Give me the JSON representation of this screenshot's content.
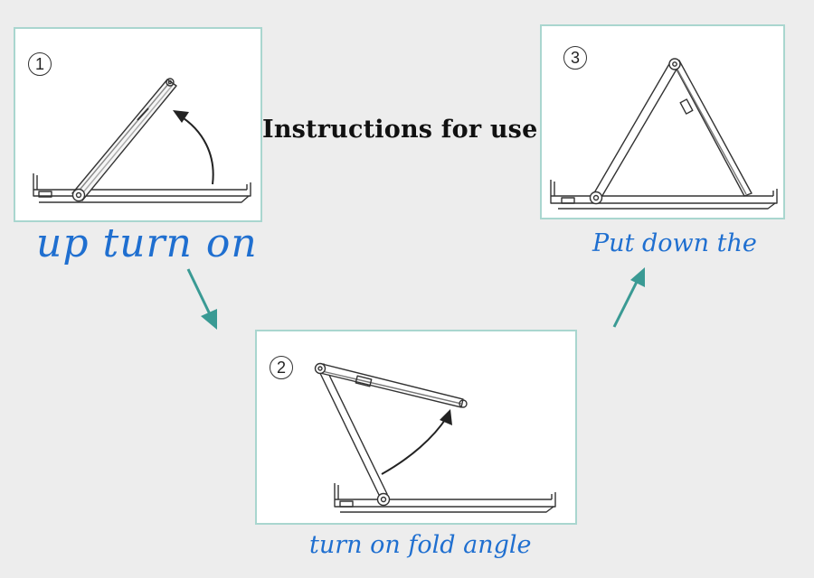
{
  "title": "Instructions for use",
  "steps": [
    {
      "number": "1",
      "caption": "up turn on"
    },
    {
      "number": "2",
      "caption": "turn on fold angle"
    },
    {
      "number": "3",
      "caption": "Put down the"
    }
  ],
  "colors": {
    "panel_border": "#a9d6cf",
    "caption_blue": "#1f6fd0",
    "flow_arrow": "#3a9a94",
    "line_art": "#333333"
  }
}
